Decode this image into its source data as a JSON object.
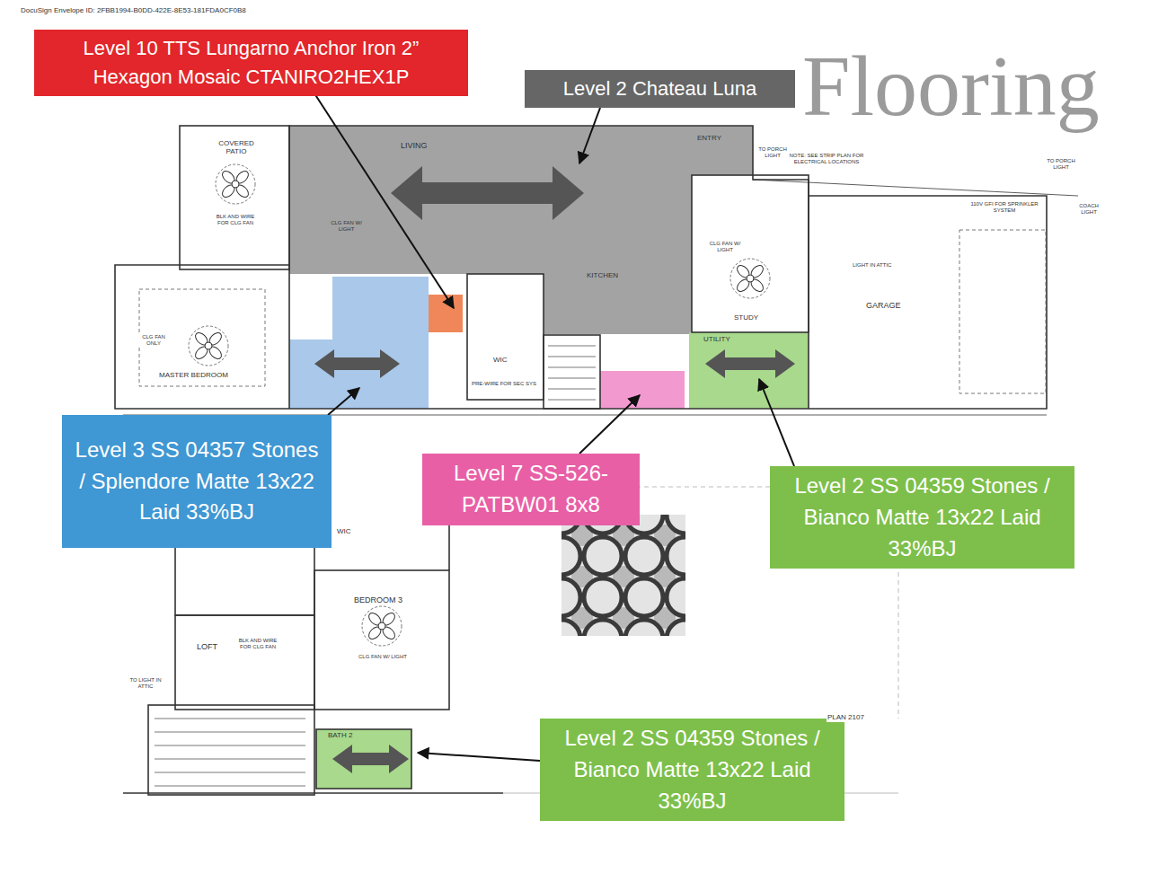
{
  "diagram": {
    "title": "Flooring",
    "nodes": [
      {
        "text": [
          "Level 10 TTS Lungarno Anchor Iron 2” Hexagon Mosaic CTANIRO2HEX1P"
        ]
      },
      {
        "text": [
          "Level 2 Chateau Luna"
        ]
      },
      {
        "text": [
          "Level 3 SS 04357 Stones / Splendore Matte 13x22 Laid 33%BJ"
        ]
      },
      {
        "text": [
          "Level 7 SS-526- PATBW01 8x8"
        ]
      },
      {
        "text": [
          "Level 2 SS 04359 Stones / Bianco Matte 13x22 Laid 33%BJ"
        ]
      },
      {
        "text": [
          "Level 2 SS 04359 Stones / Bianco Matte 13x22 Laid 33%BJ"
        ]
      }
    ],
    "labels": [
      "DocuSign Envelope ID: 2FBB1994-B0DD-422E-8E53-181FDA0CF0B8",
      "COVERED PATIO",
      "BLK AND WIRE FOR CLG FAN",
      "LIVING",
      "CLG FAN W/ LIGHT",
      "KITCHEN",
      "ENTRY",
      "TO PORCH LIGHT",
      "NOTE: SEE STRIP PLAN FOR ELECTRICAL LOCATIONS",
      "TO PORCH LIGHT",
      "COACH LIGHT",
      "MASTER BEDROOM",
      "CLG FAN ONLY",
      "WIC",
      "PRE-WIRE FOR SEC SYS",
      "CLG FAN W/ LIGHT",
      "STUDY",
      "UTILITY",
      "110V GFI FOR SPRINKLER SYSTEM",
      "LIGHT IN ATTIC",
      "GARAGE",
      "WIC",
      "BEDROOM 3",
      "CLG FAN W/ LIGHT",
      "LOFT",
      "BLK AND WIRE FOR CLG FAN",
      "TO LIGHT IN ATTIC",
      "BATH 2",
      "PLAN 2107"
    ]
  }
}
